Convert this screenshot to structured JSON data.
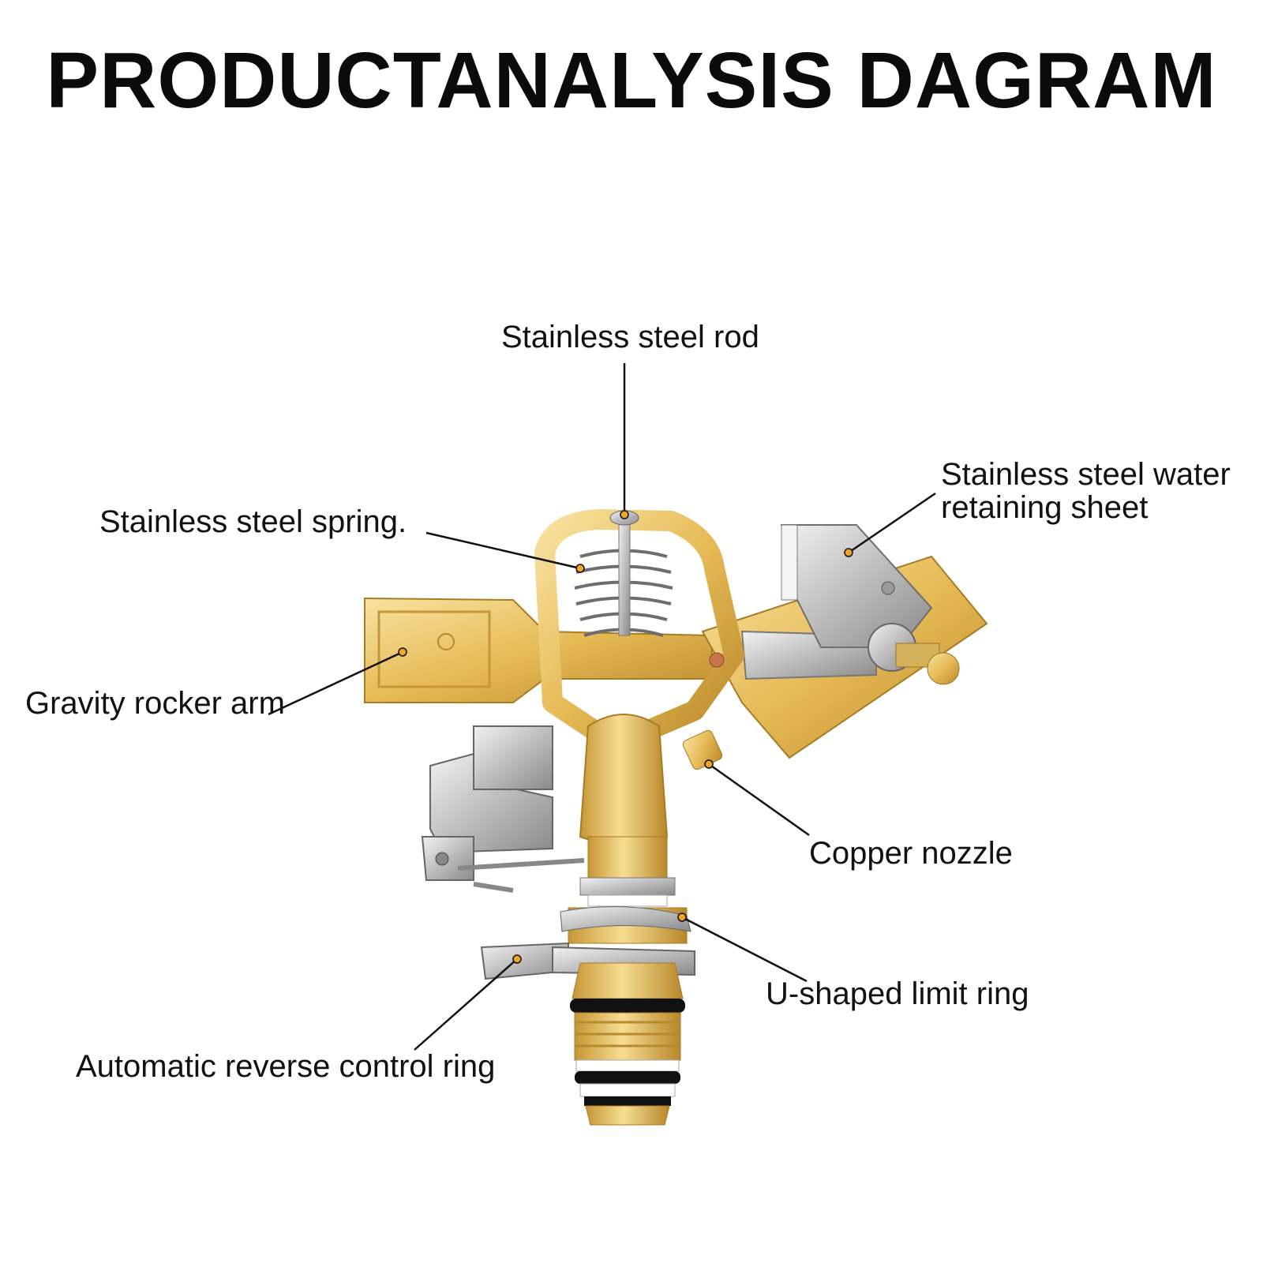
{
  "title": "PRODUCTANALYSIS DAGRAM",
  "labels": {
    "rod": "Stainless steel rod",
    "spring": "Stainless steel spring.",
    "sheet": "Stainless steel water retaining sheet",
    "rocker": "Gravity rocker arm",
    "nozzle": "Copper nozzle",
    "limit_ring": "U-shaped limit ring",
    "reverse_ring": "Automatic reverse control ring"
  },
  "colors": {
    "brass_light": "#f3d489",
    "brass": "#e2b54f",
    "brass_dark": "#b8862a",
    "steel_light": "#e8e8e8",
    "steel": "#b9b9b9",
    "steel_dark": "#7f7f7f",
    "leader": "#111111"
  }
}
